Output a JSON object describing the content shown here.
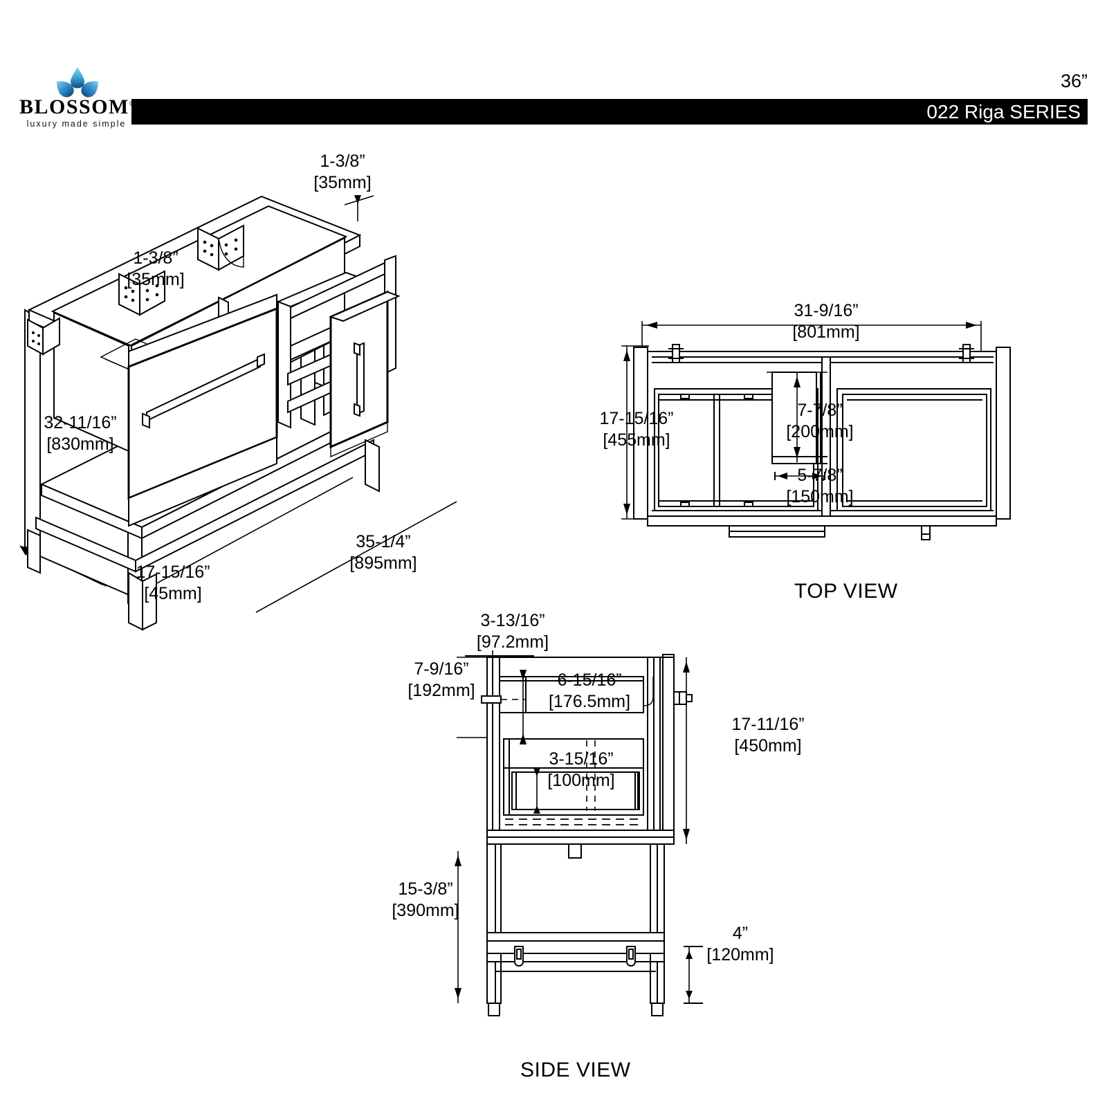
{
  "header": {
    "brand_name": "BLOSSOM",
    "brand_registered": "®",
    "brand_tagline": "luxury made simple",
    "size_label": "36”",
    "series_title": "022 Riga SERIES",
    "title_bar_color": "#000000",
    "logo_color_light": "#4FC3E8",
    "logo_color_dark": "#1565A8"
  },
  "iso_view": {
    "name": "isometric-exploded-view",
    "dims": {
      "top_depth": {
        "imperial": "1-3/8”",
        "metric": "[35mm]"
      },
      "left_thickness": {
        "imperial": "1-3/8”",
        "metric": "[35mm]"
      },
      "height": {
        "imperial": "32-11/16”",
        "metric": "[830mm]"
      },
      "depth": {
        "imperial": "17-15/16”",
        "metric": "[45mm]"
      },
      "width": {
        "imperial": "35-1/4”",
        "metric": "[895mm]"
      }
    }
  },
  "top_view": {
    "title": "TOP VIEW",
    "dims": {
      "width": {
        "imperial": "31-9/16”",
        "metric": "[801mm]"
      },
      "depth": {
        "imperial": "17-15/16”",
        "metric": "[455mm]"
      },
      "cutout_depth": {
        "imperial": "7-7/8”",
        "metric": "[200mm]"
      },
      "cutout_width": {
        "imperial": "5-7/8”",
        "metric": "[150mm]"
      }
    }
  },
  "side_view": {
    "title": "SIDE VIEW",
    "dims": {
      "top_offset": {
        "imperial": "3-13/16”",
        "metric": "[97.2mm]"
      },
      "upper_height": {
        "imperial": "7-9/16”",
        "metric": "[192mm]"
      },
      "drawer_depth": {
        "imperial": "6-15/16”",
        "metric": "[176.5mm]"
      },
      "lower_drawer": {
        "imperial": "3-15/16”",
        "metric": "[100mm]"
      },
      "body_depth": {
        "imperial": "17-11/16”",
        "metric": "[450mm]"
      },
      "leg_height": {
        "imperial": "15-3/8”",
        "metric": "[390mm]"
      },
      "foot_height": {
        "imperial": "4”",
        "metric": "[120mm]"
      }
    }
  }
}
